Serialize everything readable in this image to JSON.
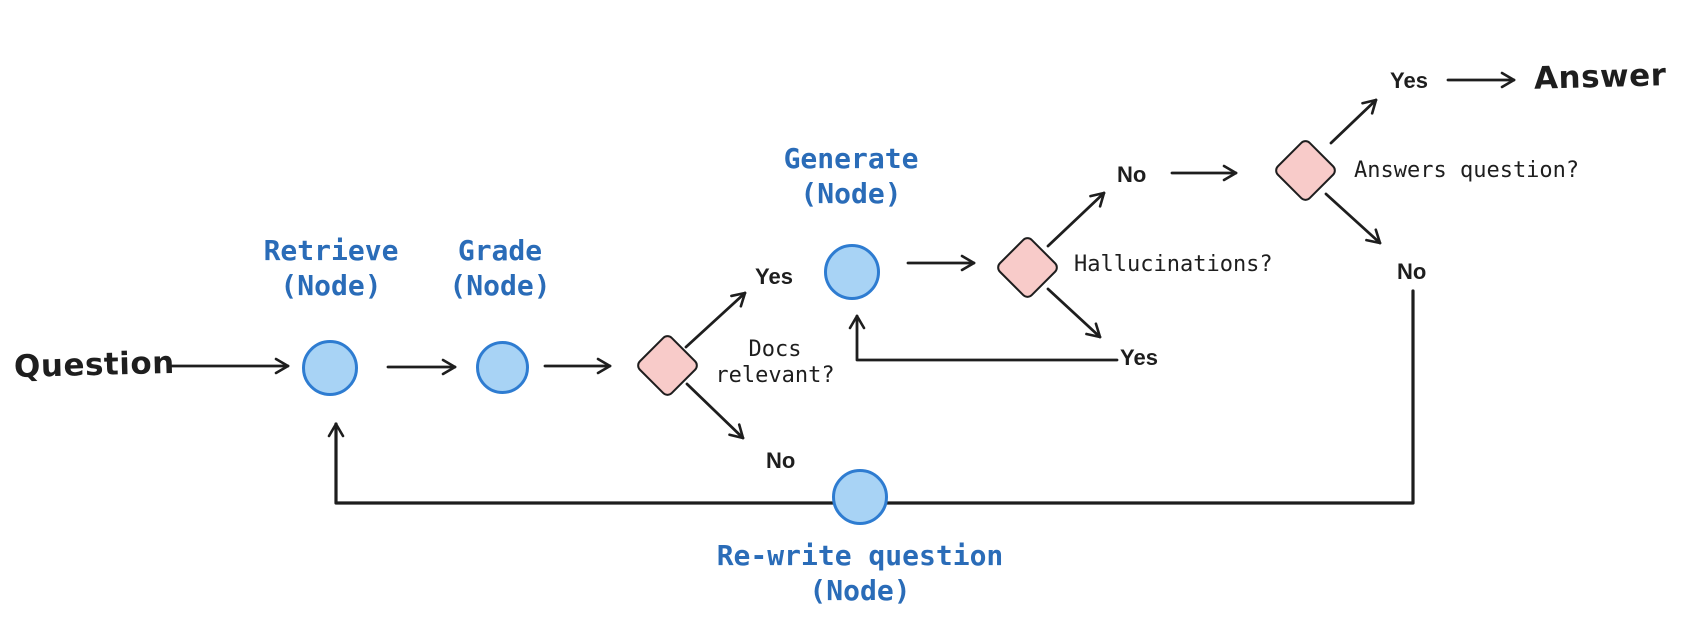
{
  "diagram": {
    "colors": {
      "node_fill": "#a8d3f5",
      "node_stroke": "#2e7cd1",
      "decision_fill": "#f8cbc9",
      "decision_stroke": "#1e1e1e",
      "label_blue": "#2a6cb8",
      "ink": "#1e1e1e",
      "background": "#ffffff"
    },
    "terminals": {
      "start": "Question",
      "end": "Answer"
    },
    "nodes": {
      "retrieve": {
        "line1": "Retrieve",
        "line2": "(Node)"
      },
      "grade": {
        "line1": "Grade",
        "line2": "(Node)"
      },
      "generate": {
        "line1": "Generate",
        "line2": "(Node)"
      },
      "rewrite": {
        "line1": "Re-write question",
        "line2": "(Node)"
      }
    },
    "decisions": {
      "docs": {
        "line1": "Docs",
        "line2": "relevant?"
      },
      "hallucinations": {
        "label": "Hallucinations?"
      },
      "answers": {
        "label": "Answers question?"
      }
    },
    "edge_labels": {
      "docs_yes": "Yes",
      "docs_no": "No",
      "hallucinations_no": "No",
      "hallucinations_yes": "Yes",
      "answers_yes": "Yes",
      "answers_no": "No"
    }
  }
}
